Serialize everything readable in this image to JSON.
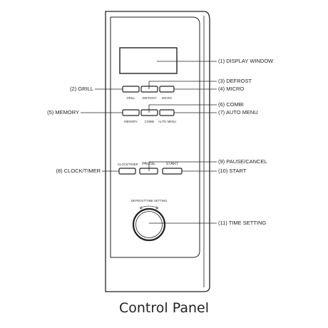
{
  "callouts": {
    "display_window": "(1) DISPLAY WINDOW",
    "grill": "(2) GRILL",
    "defrost": "(3) DEFROST",
    "micro": "(4) MICRO",
    "memory": "(5) MEMORY",
    "combi": "(6) COMBI",
    "auto_menu": "(7) AUTO MENU",
    "clock_timer": "(8) CLOCK/TIMER",
    "pause_cancel": "(9) PAUSE/CANCEL",
    "start": "(10) START",
    "time_setting": "(11) TIME SETTING"
  },
  "button_labels": {
    "grill": "GRILL",
    "defrost": "DEFROST",
    "micro": "MICRO",
    "memory": "MEMORY",
    "combi": "COMBI",
    "auto_menu": "AUTO MENU",
    "clock_timer": "CLOCK/TIMER",
    "pause": "PAUSE",
    "start": "START",
    "dial": "DEFROST/TIME SETTING"
  },
  "caption": "Control Panel"
}
